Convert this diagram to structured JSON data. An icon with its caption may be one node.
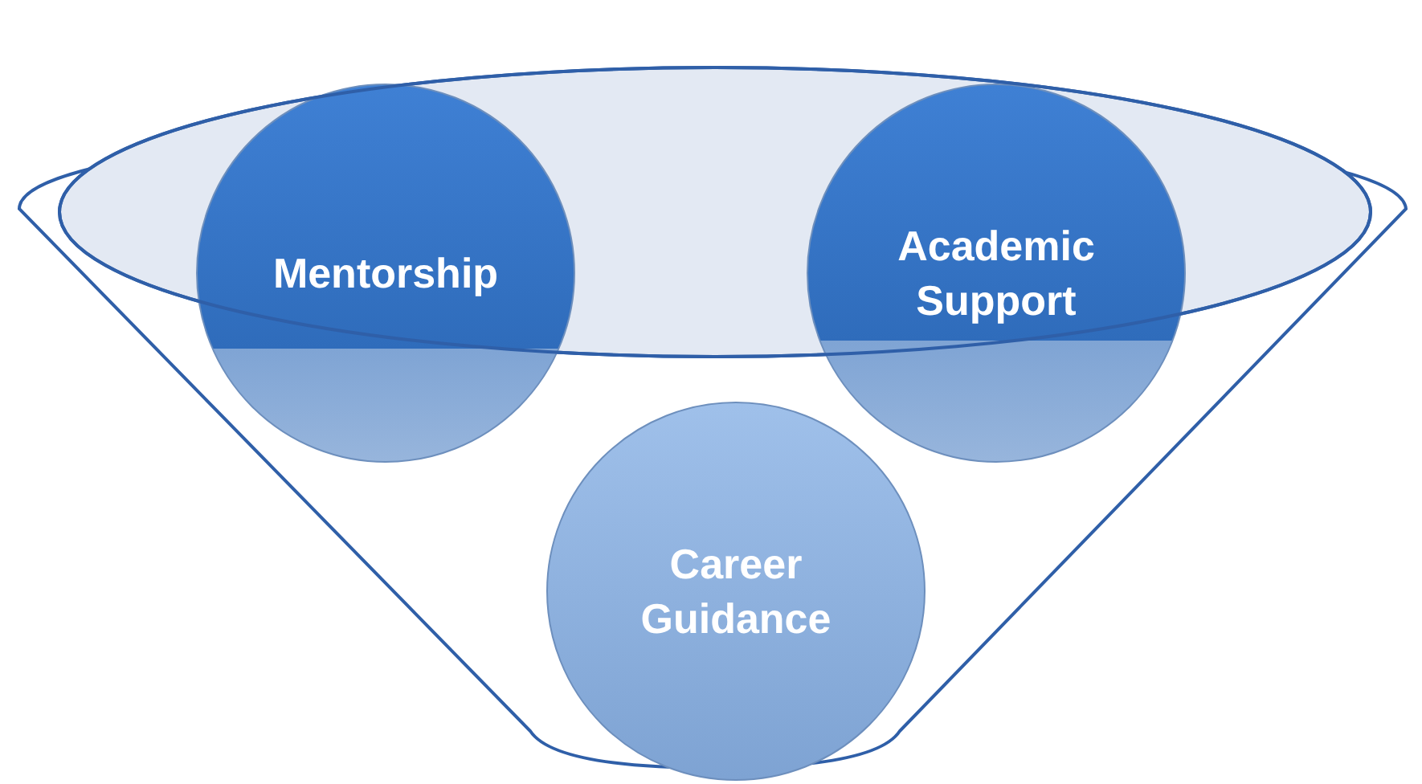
{
  "diagram": {
    "nodes": [
      {
        "text": [
          "Mentorship"
        ]
      },
      {
        "text": [
          "Academic Support"
        ]
      },
      {
        "text": [
          "Career Guidance"
        ]
      }
    ]
  }
}
